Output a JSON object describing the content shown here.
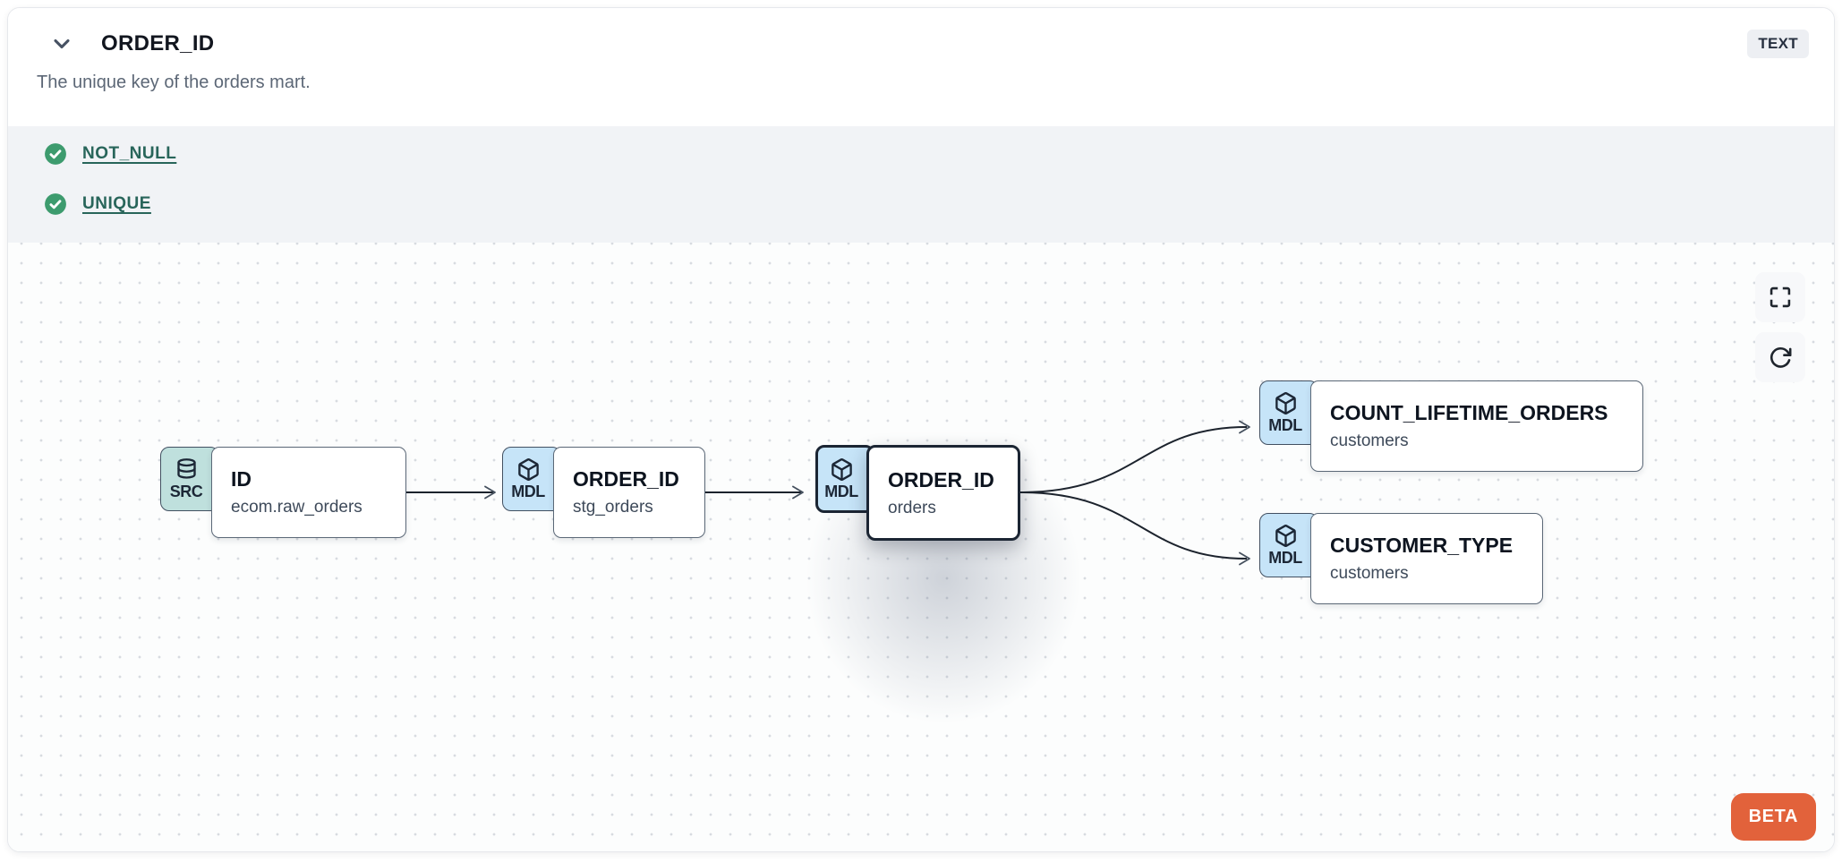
{
  "header": {
    "collapse_icon": "chevron-down-icon",
    "title": "ORDER_ID",
    "type_badge": "TEXT",
    "description": "The unique key of the orders mart."
  },
  "tests": [
    {
      "icon": "check-circle-icon",
      "status": "pass",
      "label": "NOT_NULL"
    },
    {
      "icon": "check-circle-icon",
      "status": "pass",
      "label": "UNIQUE"
    }
  ],
  "lineage": {
    "nodes": [
      {
        "kind": "SRC",
        "icon": "database-icon",
        "title": "ID",
        "subtitle": "ecom.raw_orders",
        "selected": false
      },
      {
        "kind": "MDL",
        "icon": "package-icon",
        "title": "ORDER_ID",
        "subtitle": "stg_orders",
        "selected": false
      },
      {
        "kind": "MDL",
        "icon": "package-icon",
        "title": "ORDER_ID",
        "subtitle": "orders",
        "selected": true
      },
      {
        "kind": "MDL",
        "icon": "package-icon",
        "title": "COUNT_LIFETIME_ORDERS",
        "subtitle": "customers",
        "selected": false
      },
      {
        "kind": "MDL",
        "icon": "package-icon",
        "title": "CUSTOMER_TYPE",
        "subtitle": "customers",
        "selected": false
      }
    ],
    "edges": [
      {
        "from": "ID (ecom.raw_orders)",
        "to": "ORDER_ID (stg_orders)"
      },
      {
        "from": "ORDER_ID (stg_orders)",
        "to": "ORDER_ID (orders)"
      },
      {
        "from": "ORDER_ID (orders)",
        "to": "COUNT_LIFETIME_ORDERS (customers)"
      },
      {
        "from": "ORDER_ID (orders)",
        "to": "CUSTOMER_TYPE (customers)"
      }
    ],
    "controls": [
      {
        "name": "fullscreen",
        "icon": "maximize-icon"
      },
      {
        "name": "refresh",
        "icon": "refresh-icon"
      }
    ],
    "beta_label": "BETA"
  },
  "colors": {
    "beta_bg": "#e2623b",
    "check_green": "#3d9b6e",
    "test_link": "#28655a",
    "src_badge_bg": "#bfe0dd",
    "mdl_badge_bg": "#c6e4f8",
    "selected_border": "#1b2533",
    "tests_section_bg": "#f1f3f6",
    "type_badge_bg": "#edeff3",
    "edge_color": "#1c232d"
  }
}
